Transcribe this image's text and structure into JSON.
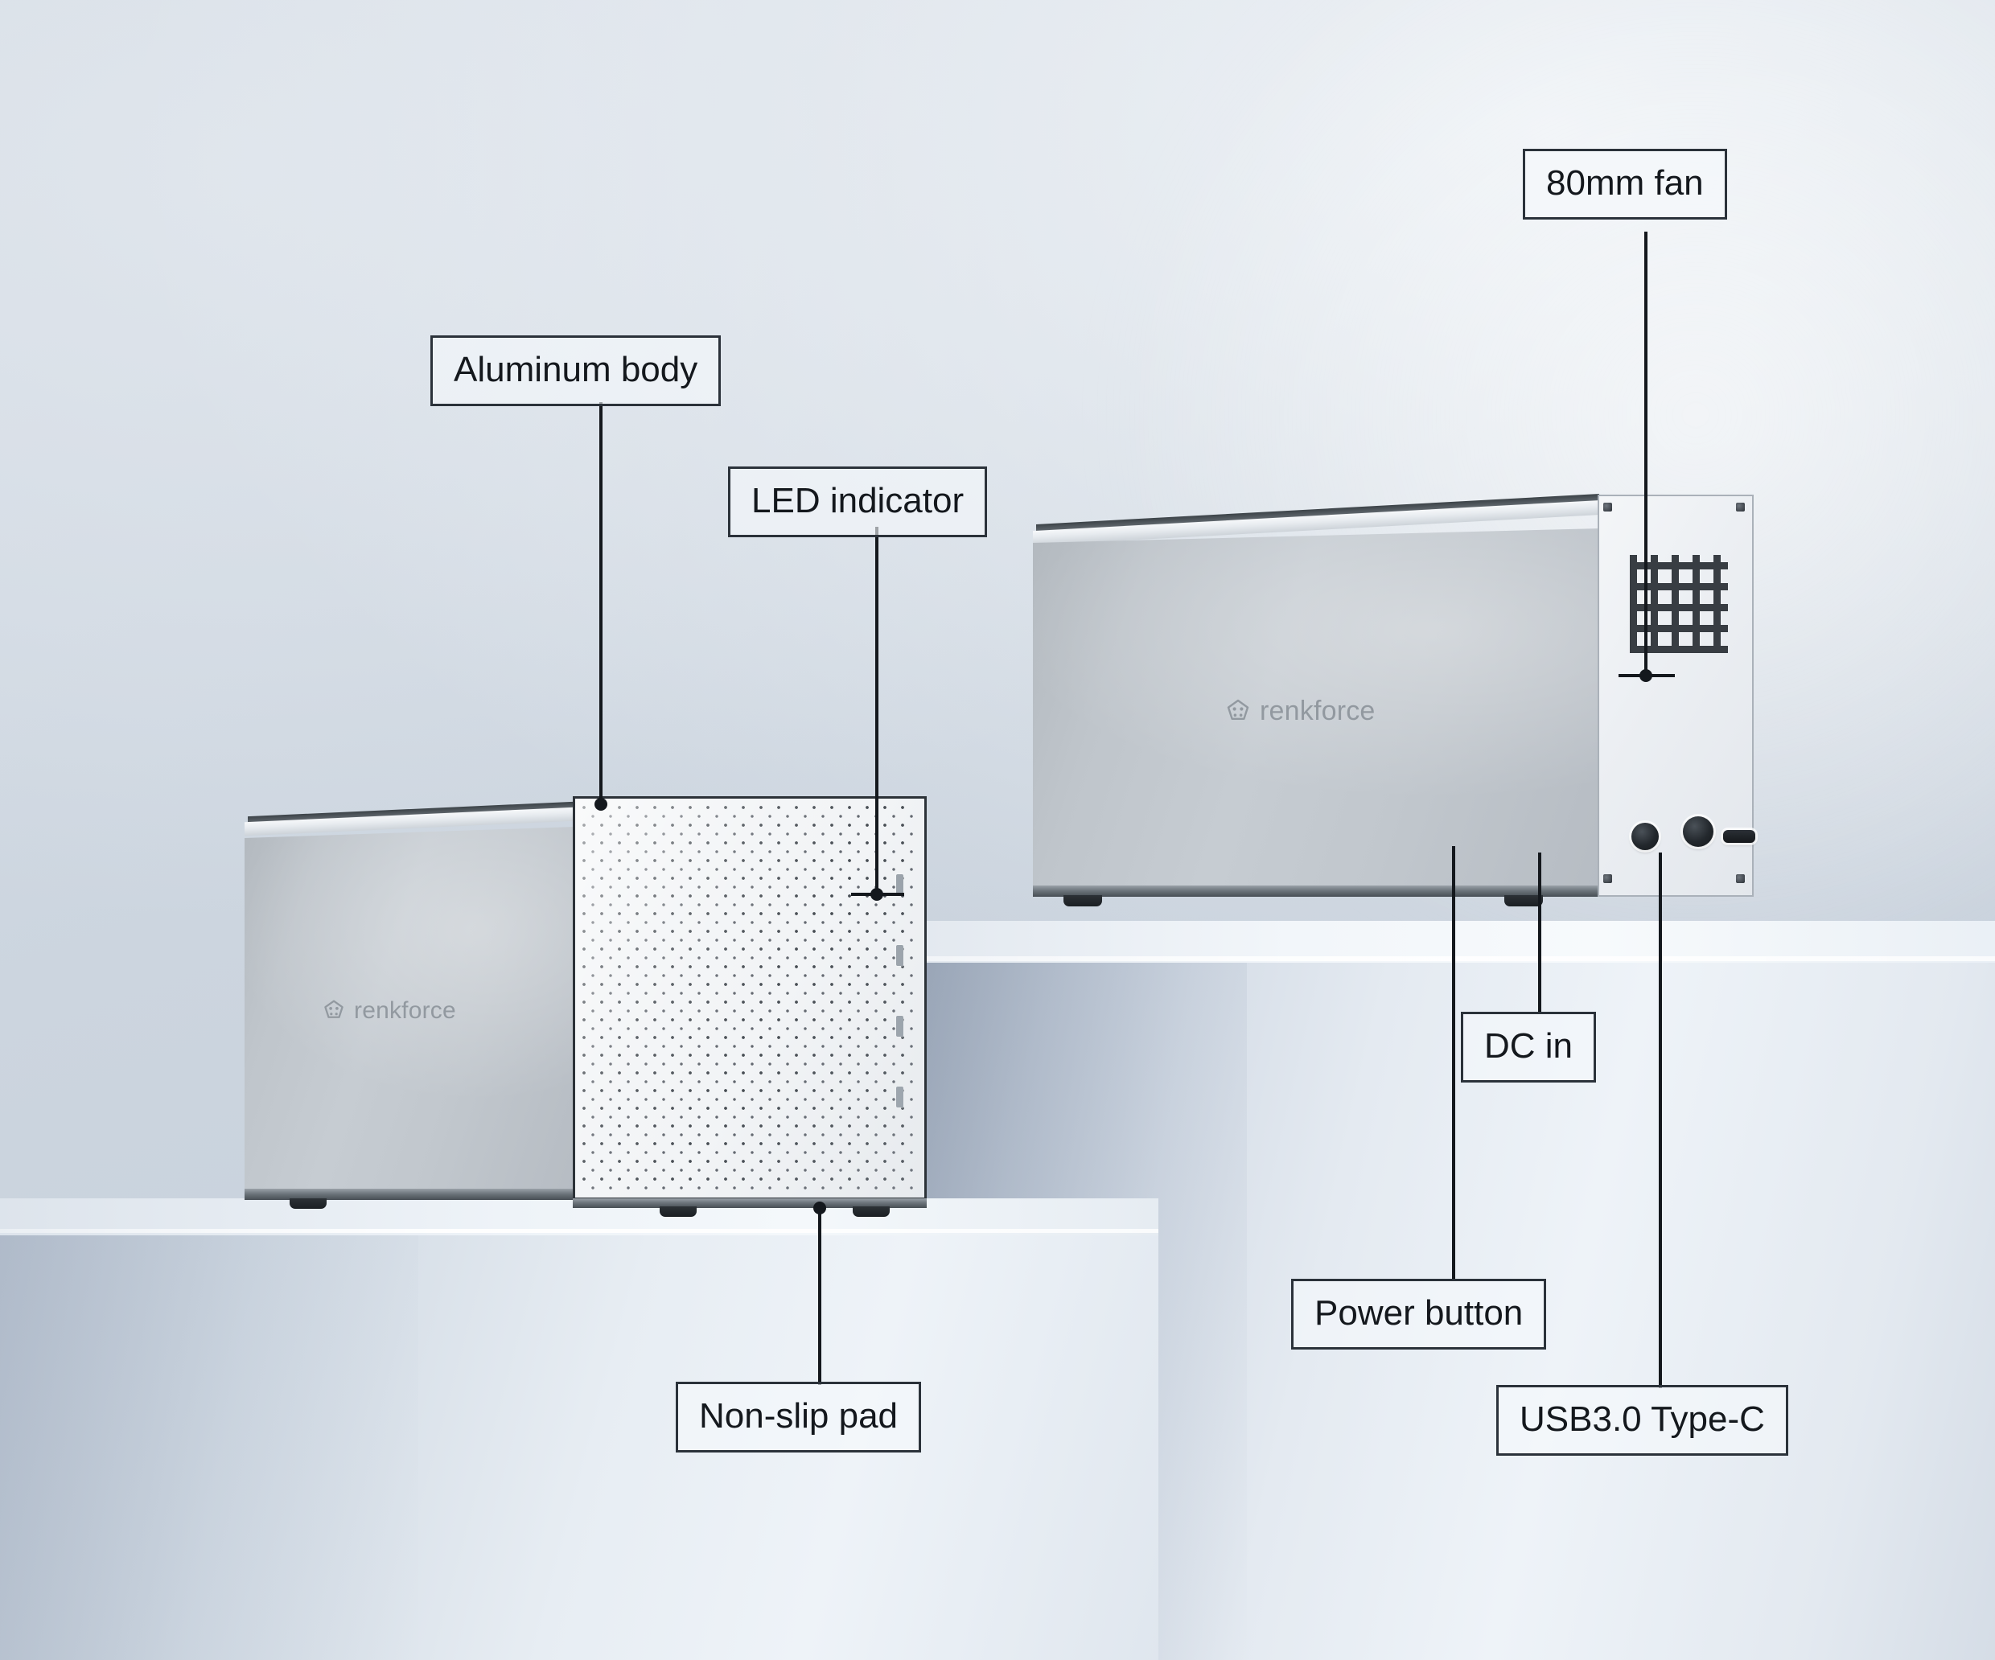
{
  "scene": {
    "description": "Product feature diagram of a renkforce aluminum hard drive enclosure shown from front and rear on two light pedestals",
    "brand": "renkforce",
    "brand_icon": "renkforce-flower-logo-icon",
    "background_color": "#ccd5df",
    "callout_border_color": "#2b323a",
    "callout_text_color": "#14181d",
    "leader_line_color": "#14181d"
  },
  "callouts": [
    {
      "id": "aluminum-body",
      "label": "Aluminum body"
    },
    {
      "id": "led-indicator",
      "label": "LED indicator"
    },
    {
      "id": "fan",
      "label": "80mm fan"
    },
    {
      "id": "dc-in",
      "label": "DC in"
    },
    {
      "id": "power-button",
      "label": "Power button"
    },
    {
      "id": "usb-c",
      "label": "USB3.0 Type-C"
    },
    {
      "id": "non-slip-pad",
      "label": "Non-slip pad"
    }
  ],
  "units": {
    "front_unit": {
      "brand": "renkforce",
      "face": "front perforated mesh panel with 4 LED indicators"
    },
    "rear_unit": {
      "brand": "renkforce",
      "face": "rear panel with 80mm fan grille, DC in, power button and USB3.0 Type-C port"
    }
  }
}
